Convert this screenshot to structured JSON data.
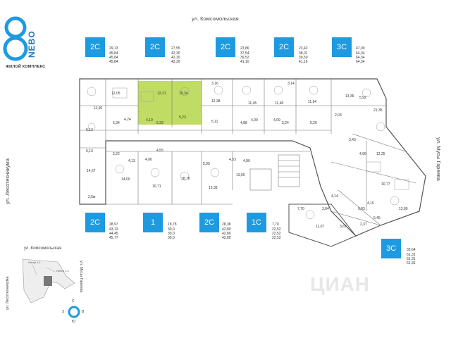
{
  "brand": {
    "name": "NEBO",
    "tagline": "ЖИЛОЙ КОМПЛЕКС",
    "accent": "#1e9ae0"
  },
  "streets": {
    "top": "ул. Комсомольская",
    "left": "ул. Лесотехникума",
    "right": "ул. Мусы Гареева"
  },
  "apartments_top": [
    {
      "type": "2С",
      "areas": [
        "29,13",
        "45,84",
        "45,84",
        "45,84"
      ]
    },
    {
      "type": "2С",
      "areas": [
        "27,55",
        "42,30",
        "42,30",
        "42,30"
      ]
    },
    {
      "type": "2С",
      "areas": [
        "23,86",
        "37,54",
        "39,52",
        "41,10"
      ]
    },
    {
      "type": "2С",
      "areas": [
        "23,42",
        "38,01",
        "39,50",
        "41,16"
      ]
    },
    {
      "type": "3С",
      "areas": [
        "47,00",
        "64,34",
        "64,34",
        "64,34"
      ]
    }
  ],
  "apartments_bottom": [
    {
      "type": "2С",
      "areas": [
        "28,97",
        "43,13",
        "44,45",
        "45,77"
      ]
    },
    {
      "type": "1",
      "areas": [
        "18,78",
        "30,0",
        "30,0",
        "30,0"
      ]
    },
    {
      "type": "2С",
      "areas": [
        "28,38",
        "42,80",
        "42,80",
        "42,80"
      ]
    },
    {
      "type": "1С",
      "areas": [
        "7,70",
        "22,52",
        "22,52",
        "22,52"
      ]
    }
  ],
  "apartment_right": {
    "type": "3С",
    "areas": [
      "35,64",
      "61,31",
      "61,31",
      "61,31"
    ]
  },
  "room_labels": [
    "12,05",
    "12,21",
    "15,34",
    "3,16",
    "3,14",
    "11,06",
    "5,13",
    "4,24",
    "5,34",
    "4,19",
    "5,33",
    "5,23",
    "12,38",
    "11,45",
    "11,48",
    "11,94",
    "5,11",
    "4,88",
    "4,09",
    "5,24",
    "4,09",
    "5,26",
    "13,36",
    "5,92",
    "21,35",
    "2,03",
    "3,43",
    "4,96",
    "12,25",
    "5,13",
    "5,22",
    "4,06",
    "4,55",
    "4,13",
    "14,67",
    "2,6м",
    "14,00",
    "10,71",
    "18,78",
    "5,09",
    "4,53",
    "4,80",
    "15,38",
    "13,00",
    "4,14",
    "10,77",
    "4,16",
    "9,83",
    "7,70",
    "3,84",
    "5,45",
    "2,37",
    "3,67",
    "11,07",
    "13,80"
  ],
  "minimap": {
    "street_top": "ул. Комсомольская",
    "street_left": "ул. Лесотехникума",
    "street_right": "ул. Мусы Гареева",
    "labels": [
      "Литер 1.1",
      "Литер 1.2"
    ]
  },
  "compass": {
    "n": "С",
    "e": "В",
    "s": "Ю",
    "w": "З"
  },
  "watermark": "ЦИАН"
}
